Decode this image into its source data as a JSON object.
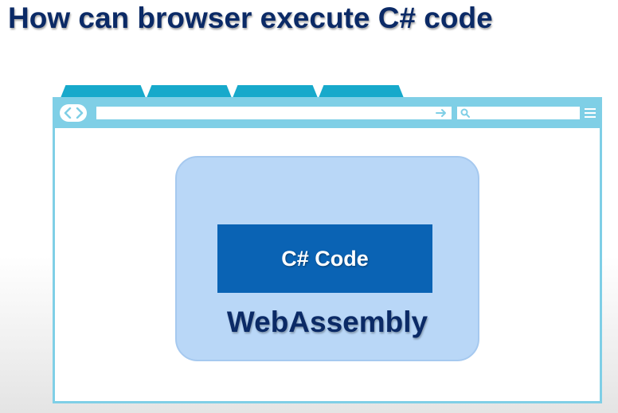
{
  "title": "How can browser execute C# code",
  "browser": {
    "tab_count": 4,
    "icons": {
      "back": "back-arrow-icon",
      "forward": "forward-arrow-icon",
      "go": "go-arrow-icon",
      "search": "search-icon",
      "menu": "hamburger-menu-icon"
    }
  },
  "diagram": {
    "inner_label": "C# Code",
    "outer_label": "WebAssembly"
  },
  "colors": {
    "title": "#0b2a66",
    "tabs": "#17a9cb",
    "browser_frame": "#7fcfe6",
    "outer_box": "#b9d7f7",
    "inner_box": "#0a63b4",
    "inner_text": "#ffffff"
  }
}
